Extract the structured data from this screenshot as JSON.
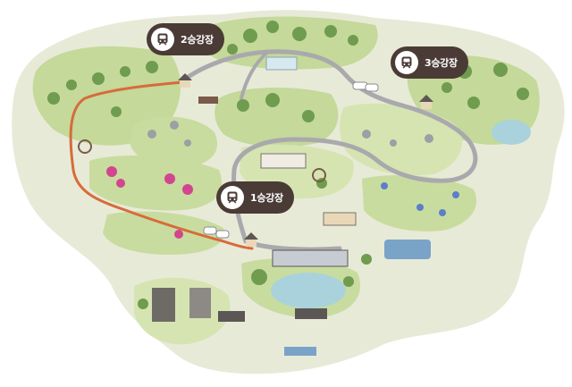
{
  "map": {
    "stations": [
      {
        "id": "station-1",
        "label": "1승강장"
      },
      {
        "id": "station-2",
        "label": "2승강장"
      },
      {
        "id": "station-3",
        "label": "3승강장"
      }
    ],
    "icons": {
      "station": "tram-icon"
    },
    "colors": {
      "land": "#e8ead8",
      "grass": "#c4d99a",
      "grass_light": "#d6e4b2",
      "track": "#a9a9ad",
      "route": "#d86b3a",
      "pond": "#a9d2dc",
      "label_bg": "#4a3b36",
      "roof": "#5c5654"
    }
  }
}
